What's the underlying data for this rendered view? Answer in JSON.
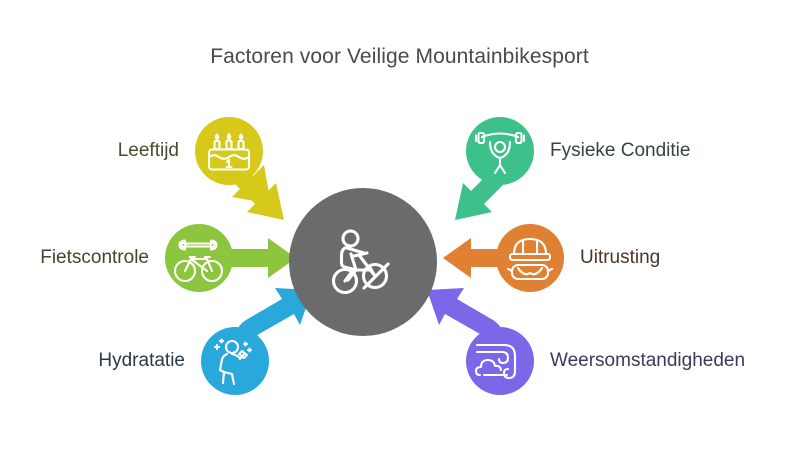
{
  "title": "Factoren voor Veilige Mountainbikesport",
  "colors": {
    "background": "#ffffff",
    "title_text": "#4a4a4a",
    "hub": "#6b6b6b",
    "icon_stroke": "#ffffff"
  },
  "center": {
    "icon": "mountain-biker-icon",
    "color": "#6b6b6b"
  },
  "nodes": [
    {
      "id": "leeftijd",
      "label": "Leeftijd",
      "icon": "birthday-cake-icon",
      "color": "#d6c919",
      "label_color": "#4c4a32",
      "arrow_direction": "down-right",
      "side": "left"
    },
    {
      "id": "fietscontrole",
      "label": "Fietscontrole",
      "icon": "wrench-bicycle-icon",
      "color": "#8cc63e",
      "label_color": "#3b4a2b",
      "arrow_direction": "right",
      "side": "left"
    },
    {
      "id": "hydratatie",
      "label": "Hydratatie",
      "icon": "person-drinking-icon",
      "color": "#29a8dc",
      "label_color": "#2b3a48",
      "arrow_direction": "up-right",
      "side": "left"
    },
    {
      "id": "fysieke-conditie",
      "label": "Fysieke Conditie",
      "icon": "weightlifter-icon",
      "color": "#3ec08b",
      "label_color": "#33453c",
      "arrow_direction": "down-left",
      "side": "right"
    },
    {
      "id": "uitrusting",
      "label": "Uitrusting",
      "icon": "helmet-goggles-icon",
      "color": "#e08033",
      "label_color": "#4a3527",
      "arrow_direction": "left",
      "side": "right"
    },
    {
      "id": "weersomstandigheden",
      "label": "Weersomstandigheden",
      "icon": "wind-cloud-icon",
      "color": "#7b68e8",
      "label_color": "#3b3a5c",
      "arrow_direction": "up-left",
      "side": "right"
    }
  ]
}
